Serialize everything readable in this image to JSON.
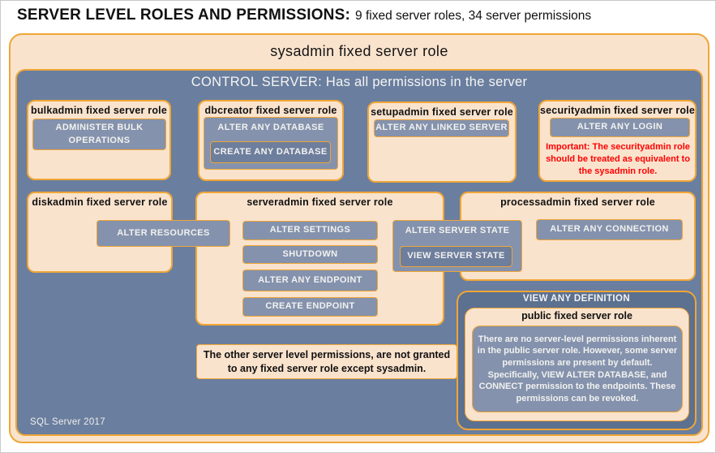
{
  "page_title": {
    "main": "SERVER LEVEL ROLES AND PERMISSIONS:",
    "sub": "9 fixed server roles, 34 server permissions"
  },
  "sysadmin": {
    "label": "sysadmin fixed server role"
  },
  "control_server": {
    "label": "CONTROL SERVER: Has all permissions in the server"
  },
  "roles": {
    "bulkadmin": {
      "title": "bulkadmin fixed server role",
      "perm1": "ADMINISTER  BULK OPERATIONS"
    },
    "dbcreator": {
      "title": "dbcreator fixed server role",
      "perm1": "ALTER ANY DATABASE",
      "perm2": "CREATE ANY DATABASE"
    },
    "setupadmin": {
      "title": "setupadmin fixed server role",
      "perm1": "ALTER ANY LINKED SERVER"
    },
    "securityadmin": {
      "title": "securityadmin fixed server role",
      "perm1": "ALTER ANY LOGIN",
      "warning": "Important: The securityadmin role should be treated as equivalent to the sysadmin role."
    },
    "diskadmin": {
      "title": "diskadmin fixed server role",
      "perm1": "ALTER RESOURCES"
    },
    "serveradmin": {
      "title": "serveradmin fixed server role",
      "perm1": "ALTER SETTINGS",
      "perm2": "SHUTDOWN",
      "perm3": "ALTER ANY ENDPOINT",
      "perm4": "CREATE ENDPOINT",
      "perm5": "ALTER SERVER STATE",
      "perm6": "VIEW SERVER STATE"
    },
    "processadmin": {
      "title": "processadmin fixed server role",
      "perm1": "ALTER ANY CONNECTION"
    },
    "public": {
      "header": "VIEW ANY DEFINITION",
      "title": "public fixed server role",
      "description": "There are no server-level permissions inherent in the public server role. However, some server permissions are present by default. Specifically, VIEW ALTER DATABASE, and CONNECT permission to the endpoints. These permissions can be revoked."
    }
  },
  "note": "The other server level permissions,  are not granted to any fixed server role except sysadmin.",
  "footer": "SQL Server 2017",
  "colors": {
    "peach_bg": "#FAE3CD",
    "orange_border": "#EFA636",
    "control_blue": "#6A7E9F",
    "permission_blue": "#8492AD",
    "nested_permission_blue": "#6E7E9D",
    "view_any_definition_blue": "#5C7090",
    "warning_red": "#FF0000"
  }
}
